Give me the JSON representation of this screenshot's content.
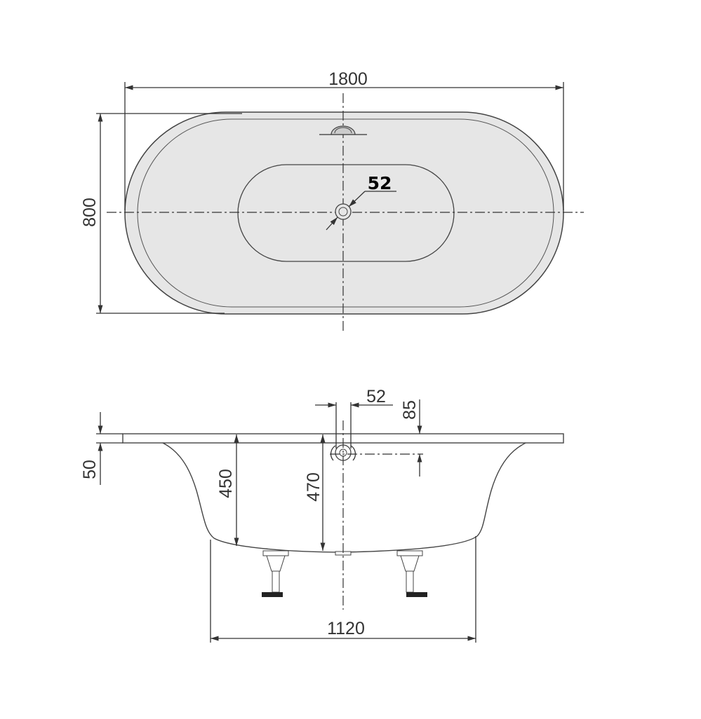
{
  "title": "Freestanding bathtub dimension drawing",
  "top_view": {
    "length": "1800",
    "width": "800",
    "drain_diameter": "52"
  },
  "side_view": {
    "rim_thickness": "50",
    "depth_inner": "450",
    "depth_to_drain": "470",
    "overflow_diameter": "52",
    "overflow_offset": "85",
    "base_width": "1120"
  },
  "colors": {
    "fill": "#e6e6e6",
    "line": "#333333"
  }
}
